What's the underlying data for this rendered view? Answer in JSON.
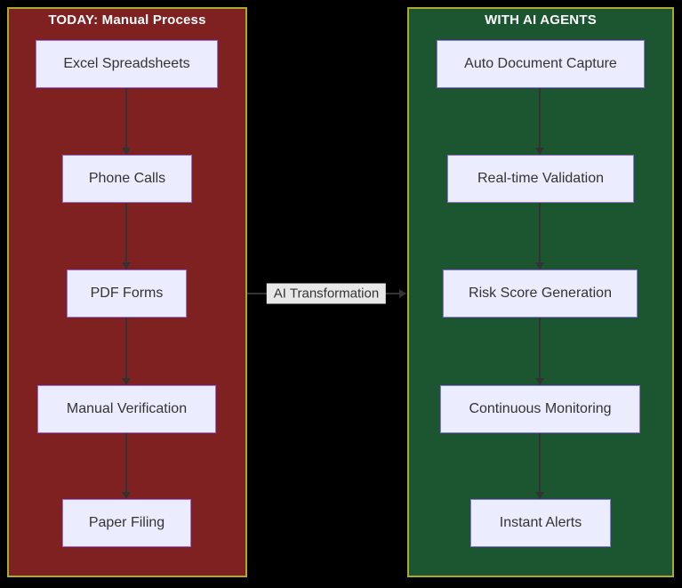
{
  "diagram": {
    "left_panel": {
      "title": "TODAY: Manual Process",
      "nodes": [
        {
          "label": "Excel Spreadsheets"
        },
        {
          "label": "Phone Calls"
        },
        {
          "label": "PDF Forms"
        },
        {
          "label": "Manual Verification"
        },
        {
          "label": "Paper Filing"
        }
      ]
    },
    "right_panel": {
      "title": "WITH AI AGENTS",
      "nodes": [
        {
          "label": "Auto Document Capture"
        },
        {
          "label": "Real-time Validation"
        },
        {
          "label": "Risk Score Generation"
        },
        {
          "label": "Continuous Monitoring"
        },
        {
          "label": "Instant Alerts"
        }
      ]
    },
    "transition": {
      "label": "AI Transformation"
    }
  },
  "colors": {
    "canvas_bg": "#000000",
    "left_fill": "#7F2121",
    "right_fill": "#1B5631",
    "panel_border": "#AAAA33",
    "title_text": "#FFFFFF",
    "node_fill": "#ECECFF",
    "node_border": "#9370DB",
    "node_text": "#333333",
    "edge_line": "#333333",
    "edge_label_bg": "#E8E8E8",
    "edge_label_text": "#333333"
  }
}
